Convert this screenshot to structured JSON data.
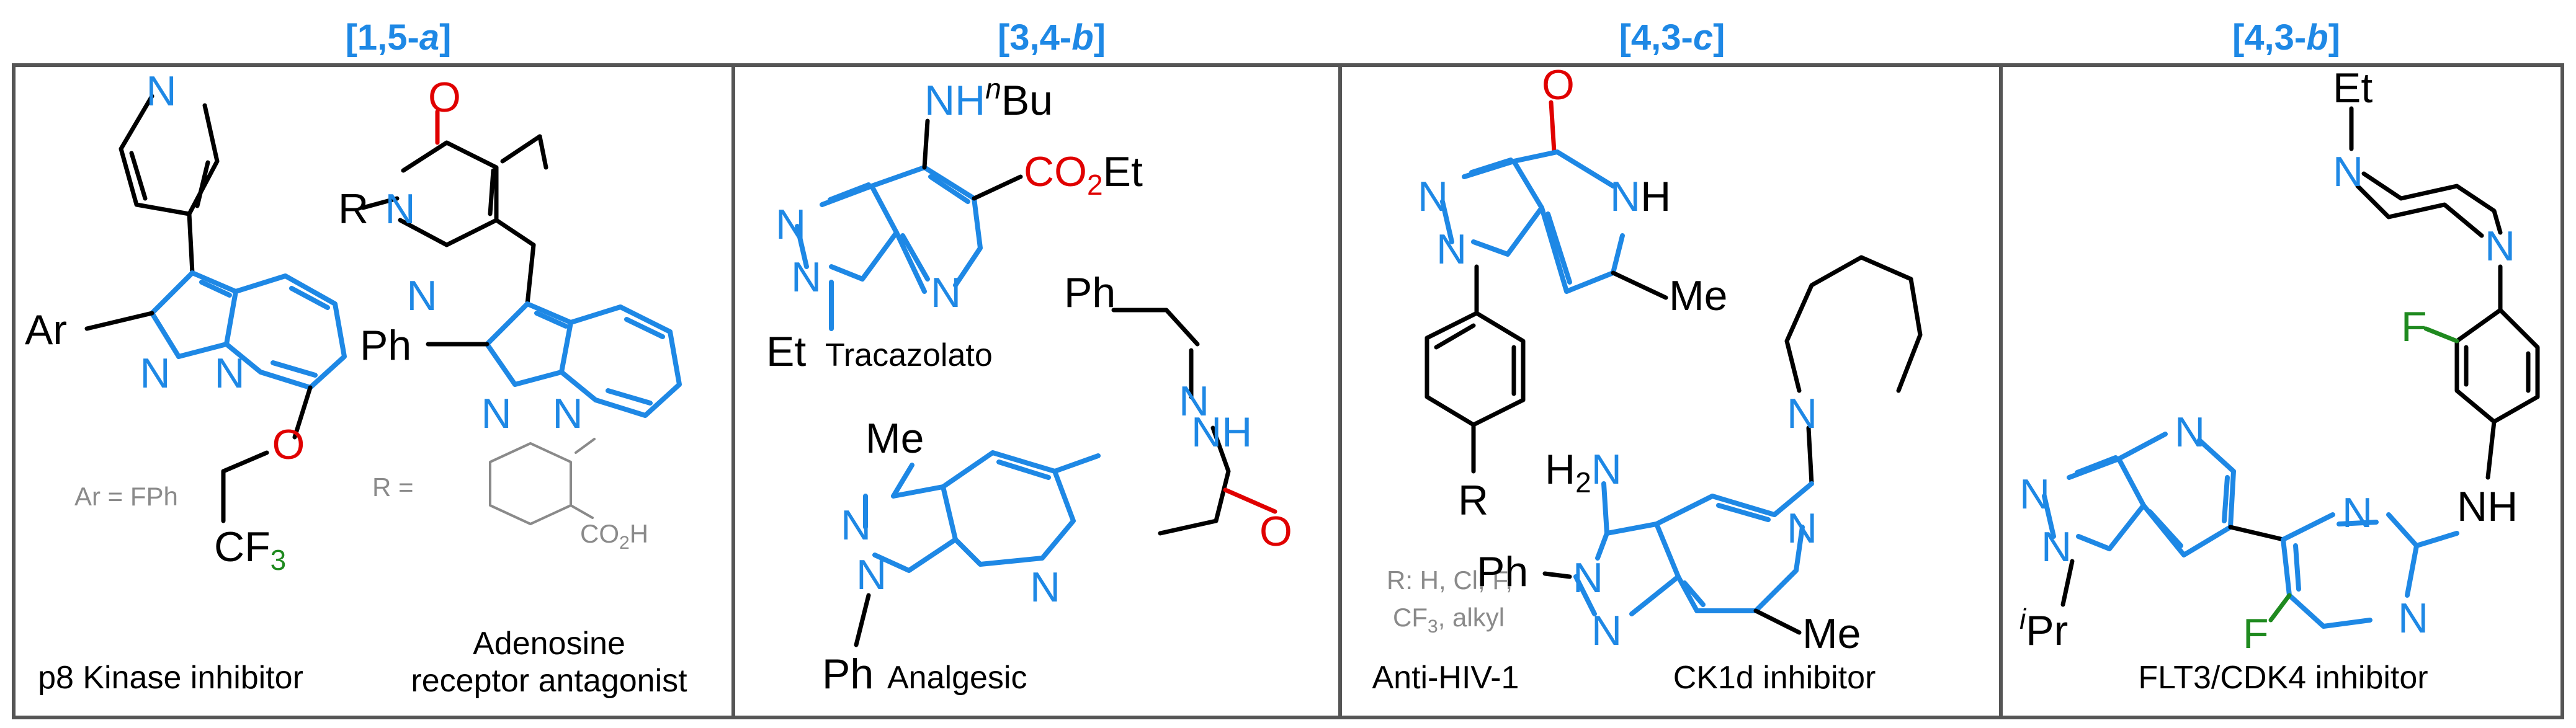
{
  "colors": {
    "accent": "#1E88E5",
    "oxygen": "#E00000",
    "fluorine": "#1F8A1F",
    "note": "#8A8A8A",
    "frame": "#555555"
  },
  "panels": [
    {
      "header": {
        "prefix": "[1,5-",
        "italic": "a",
        "suffix": "]"
      },
      "captions": [
        "p8 Kinase inhibitor",
        "Adenosine",
        "receptor antagonist"
      ],
      "atoms": {
        "n_pyridine": "N",
        "ar": "Ar",
        "n1": "N",
        "n2": "N",
        "o": "O",
        "cf": "CF",
        "f3": "3",
        "r": "R",
        "n3": "N",
        "n4": "N",
        "o2": "O",
        "ph": "Ph",
        "n5": "N",
        "n6": "N"
      },
      "notes": {
        "ar_def": "Ar = FPh",
        "r_def": "R =",
        "co2h": "CO",
        "co2h_sub": "2",
        "co2h_h": "H"
      }
    },
    {
      "header": {
        "prefix": "[3,4-",
        "italic": "b",
        "suffix": "]"
      },
      "captions": [
        "Tracazolato",
        "Analgesic"
      ],
      "atoms": {
        "nh": "NH",
        "n_sup": "n",
        "bu": "Bu",
        "co": "CO",
        "co_sub": "2",
        "et_ester": "Et",
        "n1": "N",
        "n2": "N",
        "n3": "N",
        "et": "Et",
        "ph1": "Ph",
        "n4": "N",
        "nh2": "NH",
        "o": "O",
        "me": "Me",
        "n5": "N",
        "n6": "N",
        "n7": "N",
        "ph2": "Ph"
      }
    },
    {
      "header": {
        "prefix": "[4,3-",
        "italic": "c",
        "suffix": "]"
      },
      "captions": [
        "Anti-HIV-1",
        "CK1d inhibitor"
      ],
      "atoms": {
        "o": "O",
        "n1": "N",
        "n2": "N",
        "nh": "N",
        "h": "H",
        "me1": "Me",
        "r": "R",
        "h2n": "H",
        "h2n_sub": "2",
        "h2n_n": "N",
        "n_pip": "N",
        "ph": "Ph",
        "n3": "N",
        "n4": "N",
        "n5": "N",
        "me2": "Me"
      },
      "notes": {
        "r_line1": "R: H, Cl, F,",
        "r_line2": "CF",
        "r_line2_sub": "3",
        "r_line2_rest": ", alkyl"
      }
    },
    {
      "header": {
        "prefix": "[4,3-",
        "italic": "b",
        "suffix": "]"
      },
      "captions": [
        "FLT3/CDK4 inhibitor"
      ],
      "atoms": {
        "et": "Et",
        "n_pz1": "N",
        "n_pz2": "N",
        "f1": "F",
        "n_py": "N",
        "n1": "N",
        "n2": "N",
        "ipr_sup": "i",
        "ipr": "Pr",
        "n_pm1": "N",
        "n_pm2": "N",
        "nh": "NH",
        "f2": "F"
      }
    }
  ]
}
